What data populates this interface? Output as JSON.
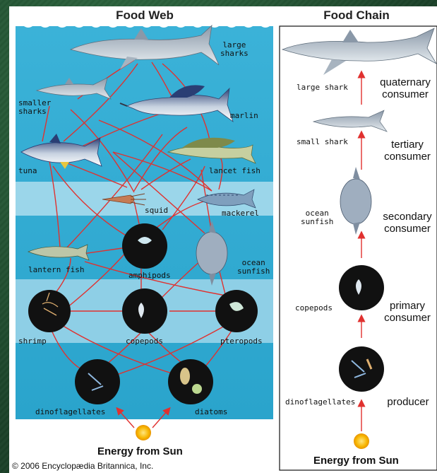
{
  "food_web": {
    "title": "Food Web",
    "labels": {
      "large_sharks": "large\nsharks",
      "smaller_sharks": "smaller\nsharks",
      "marlin": "marlin",
      "tuna": "tuna",
      "lancet_fish": "lancet fish",
      "squid": "squid",
      "mackerel": "mackerel",
      "lantern_fish": "lantern fish",
      "amphipods": "amphipods",
      "ocean_sunfish": "ocean\nsunfish",
      "shrimp": "shrimp",
      "copepods": "copepods",
      "pteropods": "pteropods",
      "dinoflagellates": "dinoflagellates",
      "diatoms": "diatoms"
    },
    "energy": "Energy from Sun"
  },
  "food_chain": {
    "title": "Food Chain",
    "levels": [
      {
        "organism": "large shark",
        "role": "quaternary\nconsumer"
      },
      {
        "organism": "small shark",
        "role": "tertiary\nconsumer"
      },
      {
        "organism": "ocean\nsunfish",
        "role": "secondary\nconsumer"
      },
      {
        "organism": "copepods",
        "role": "primary\nconsumer"
      },
      {
        "organism": "dinoflagellates",
        "role": "producer"
      }
    ],
    "energy": "Energy from Sun"
  },
  "copyright": "© 2006 Encyclopædia Britannica, Inc.",
  "colors": {
    "water": "#3fb3d6",
    "water_light": "#8fd1e8",
    "link_red": "#e0312f",
    "sun": "#f4b400",
    "background": "#1f4a2e"
  }
}
